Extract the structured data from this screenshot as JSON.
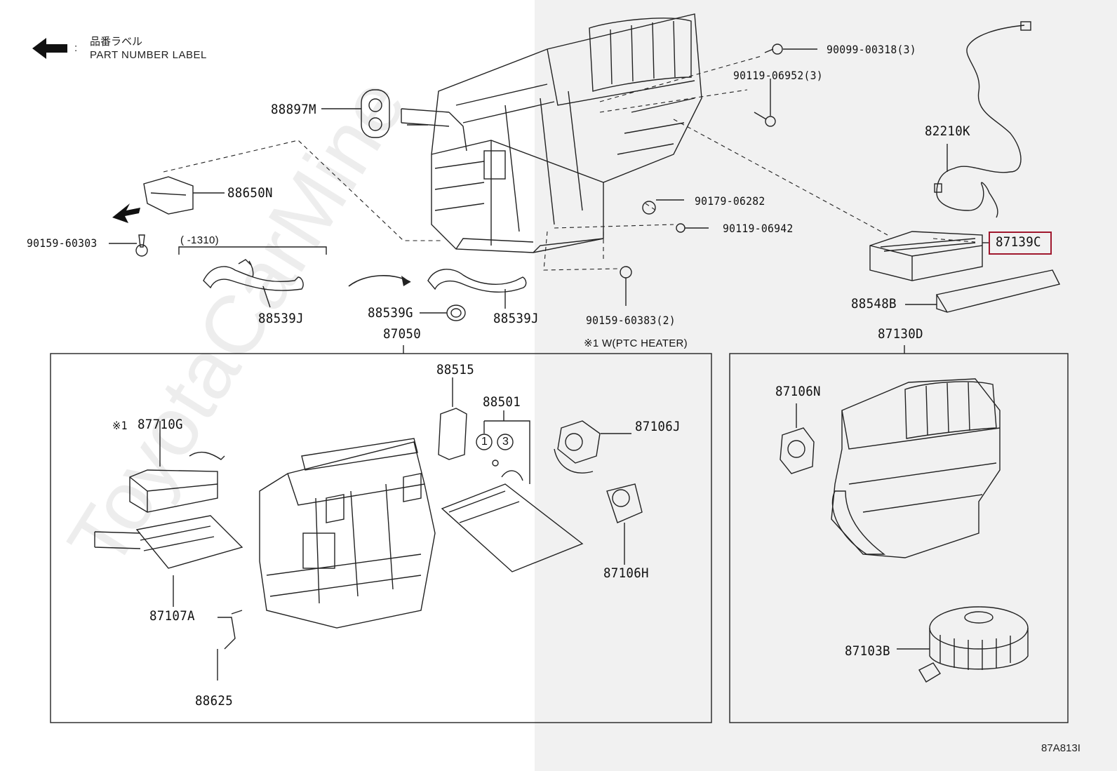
{
  "legend": {
    "japanese": "品番ラベル",
    "english": "PART NUMBER LABEL",
    "colon": ":"
  },
  "range_note": "(      -1310)",
  "ptc_note": "※1 W(PTC HEATER)",
  "part_labels": {
    "p_88897M": "88897M",
    "p_88650N": "88650N",
    "p_90159_60303": "90159-60303",
    "p_88539J_a": "88539J",
    "p_88539G": "88539G",
    "p_88539J_b": "88539J",
    "p_90099_00318": "90099-00318(3)",
    "p_90119_06952": "90119-06952(3)",
    "p_82210K": "82210K",
    "p_90179_06282": "90179-06282",
    "p_90119_06942": "90119-06942",
    "p_87139C": "87139C",
    "p_88548B": "88548B",
    "p_90159_60383": "90159-60383(2)",
    "p_87050": "87050",
    "p_87130D": "87130D",
    "p_88515": "88515",
    "p_88501": "88501",
    "p_87710G": "87710G",
    "mark_87710G": "※1",
    "p_87106J": "87106J",
    "p_87106H": "87106H",
    "p_87107A": "87107A",
    "p_88625": "88625",
    "p_87106N": "87106N",
    "p_87103B": "87103B",
    "circle_1": "1",
    "circle_3": "3"
  },
  "diagram_code": "87A813I",
  "watermark": "ToyotaCarMine",
  "highlight_color": "#a0182e"
}
